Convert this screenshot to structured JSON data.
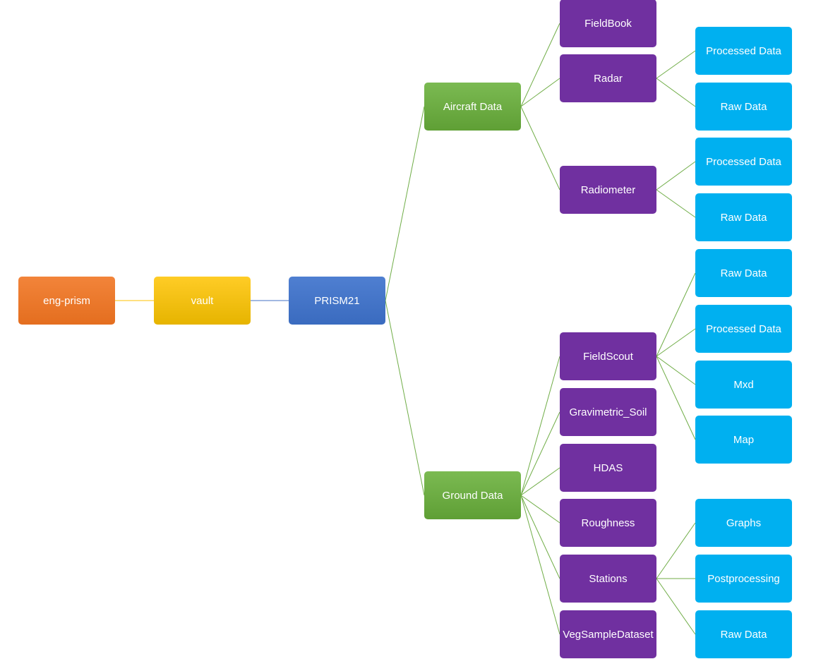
{
  "colors": {
    "root": "#ed7d31",
    "vault": "#ffc000",
    "project": "#4472c4",
    "category": "#70ad47",
    "instrument": "#7030a0",
    "subfolder": "#00b0f0",
    "edge_green": "#70ad47",
    "edge_yellow": "#ffc000",
    "edge_blue": "#4472c4"
  },
  "nodes": {
    "eng_prism": "eng-prism",
    "vault": "vault",
    "prism21": "PRISM21",
    "aircraft_data": "Aircraft Data",
    "ground_data": "Ground Data",
    "fieldbook": "FieldBook",
    "radar": "Radar",
    "radiometer": "Radiometer",
    "radar_processed": "Processed Data",
    "radar_raw": "Raw Data",
    "radiometer_processed": "Processed Data",
    "radiometer_raw": "Raw Data",
    "fieldscout": "FieldScout",
    "gravimetric_soil": "Gravimetric_Soil",
    "hdas": "HDAS",
    "roughness": "Roughness",
    "stations": "Stations",
    "vegsampledataset": "VegSampleDataset",
    "fieldscout_raw": "Raw Data",
    "fieldscout_processed": "Processed Data",
    "fieldscout_mxd": "Mxd",
    "fieldscout_map": "Map",
    "stations_graphs": "Graphs",
    "stations_postprocessing": "Postprocessing",
    "stations_raw": "Raw Data"
  }
}
